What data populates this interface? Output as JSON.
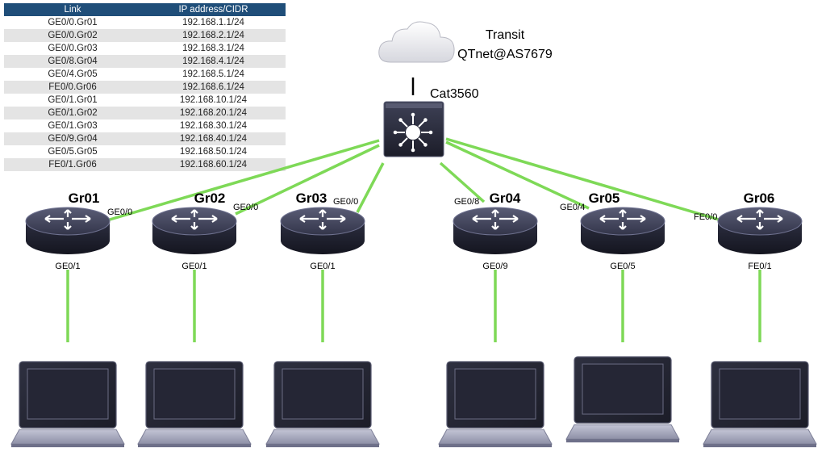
{
  "table": {
    "headers": [
      "Link",
      "IP address/CIDR"
    ],
    "rows": [
      [
        "GE0/0.Gr01",
        "192.168.1.1/24"
      ],
      [
        "GE0/0.Gr02",
        "192.168.2.1/24"
      ],
      [
        "GE0/0.Gr03",
        "192.168.3.1/24"
      ],
      [
        "GE0/8.Gr04",
        "192.168.4.1/24"
      ],
      [
        "GE0/4.Gr05",
        "192.168.5.1/24"
      ],
      [
        "FE0/0.Gr06",
        "192.168.6.1/24"
      ],
      [
        "GE0/1.Gr01",
        "192.168.10.1/24"
      ],
      [
        "GE0/1.Gr02",
        "192.168.20.1/24"
      ],
      [
        "GE0/1.Gr03",
        "192.168.30.1/24"
      ],
      [
        "GE0/9.Gr04",
        "192.168.40.1/24"
      ],
      [
        "GE0/5.Gr05",
        "192.168.50.1/24"
      ],
      [
        "FE0/1.Gr06",
        "192.168.60.1/24"
      ]
    ]
  },
  "transit": {
    "line1": "Transit",
    "line2": "QTnet@AS7679"
  },
  "switch": {
    "name": "Cat3560"
  },
  "routers": [
    {
      "name": "Gr01",
      "uplink": "GE0/0",
      "downlink": "GE0/1"
    },
    {
      "name": "Gr02",
      "uplink": "GE0/0",
      "downlink": "GE0/1"
    },
    {
      "name": "Gr03",
      "uplink": "GE0/0",
      "downlink": "GE0/1"
    },
    {
      "name": "Gr04",
      "uplink": "GE0/8",
      "downlink": "GE0/9"
    },
    {
      "name": "Gr05",
      "uplink": "GE0/4",
      "downlink": "GE0/5"
    },
    {
      "name": "Gr06",
      "uplink": "FE0/0",
      "downlink": "FE0/1"
    }
  ],
  "colors": {
    "link": "#7ed957",
    "header": "#1f4e79",
    "device": "#2b2d3e"
  }
}
